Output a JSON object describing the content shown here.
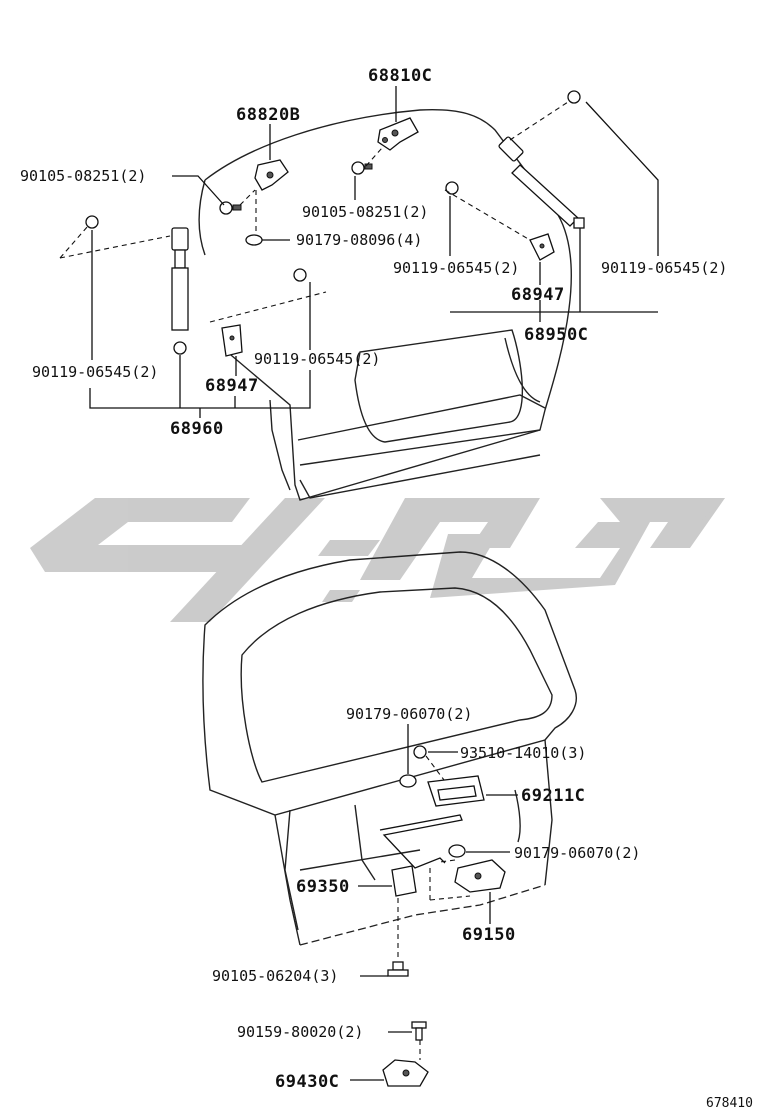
{
  "watermark": {
    "text": "خودرو",
    "color": "#c9c9c9"
  },
  "upper_assembly": {
    "labels": {
      "l_68810C": "68810C",
      "l_68820B": "68820B",
      "l_90105_08251_a": "90105-08251(2)",
      "l_90105_08251_b": "90105-08251(2)",
      "l_90179_08096": "90179-08096(4)",
      "l_90119_06545_a": "90119-06545(2)",
      "l_90119_06545_b": "90119-06545(2)",
      "l_90119_06545_c": "90119-06545(2)",
      "l_90119_06545_d": "90119-06545(2)",
      "l_68947_a": "68947",
      "l_68947_b": "68947",
      "l_68950C": "68950C",
      "l_68960": "68960"
    }
  },
  "lower_assembly": {
    "labels": {
      "l_90179_06070_a": "90179-06070(2)",
      "l_93510_14010": "93510-14010(3)",
      "l_69211C": "69211C",
      "l_90179_06070_b": "90179-06070(2)",
      "l_69350": "69350",
      "l_69150": "69150",
      "l_90105_06204": "90105-06204(3)",
      "l_90159_80020": "90159-80020(2)",
      "l_69430C": "69430C"
    }
  },
  "reference_number": "678410"
}
